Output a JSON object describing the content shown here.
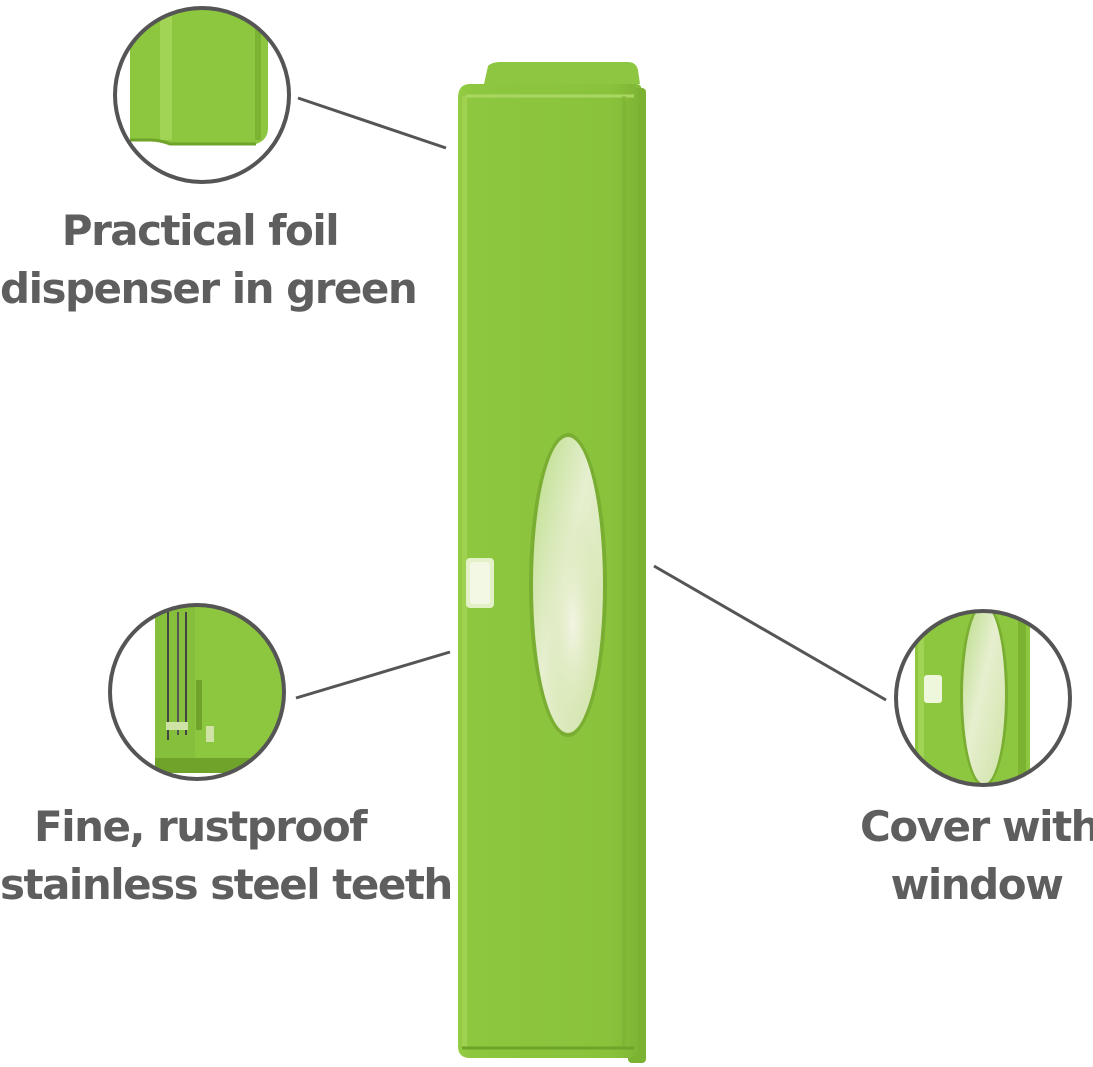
{
  "callouts": {
    "foil": {
      "line1": "Practical foil",
      "line2": "dispenser in green"
    },
    "teeth": {
      "line1": "Fine, rustproof",
      "line2": "stainless steel teeth"
    },
    "cover": {
      "line1": "Cover with",
      "line2": "window"
    }
  },
  "colors": {
    "product_green": "#8dc63f",
    "product_green_light": "#a6d65a",
    "product_green_dark": "#6fa32a",
    "text_gray": "#5e5e5e",
    "line_gray": "#555555"
  }
}
